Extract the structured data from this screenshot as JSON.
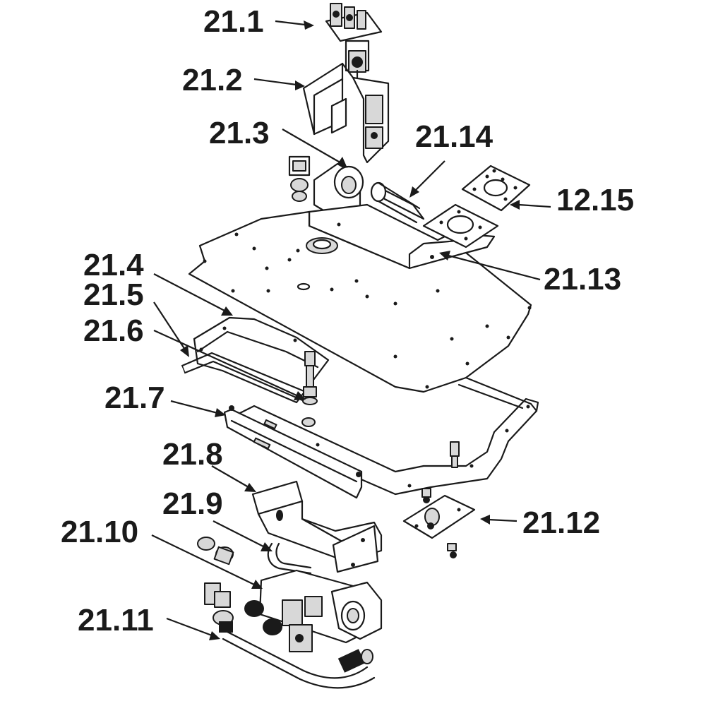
{
  "callouts": [
    {
      "id": "c1",
      "label": "21.1"
    },
    {
      "id": "c2",
      "label": "21.2"
    },
    {
      "id": "c3",
      "label": "21.3"
    },
    {
      "id": "c14",
      "label": "21.14"
    },
    {
      "id": "c15",
      "label": "12.15"
    },
    {
      "id": "c13",
      "label": "21.13"
    },
    {
      "id": "c4",
      "label": "21.4"
    },
    {
      "id": "c5",
      "label": "21.5"
    },
    {
      "id": "c6",
      "label": "21.6"
    },
    {
      "id": "c7",
      "label": "21.7"
    },
    {
      "id": "c8",
      "label": "21.8"
    },
    {
      "id": "c9",
      "label": "21.9"
    },
    {
      "id": "c10",
      "label": "21.10"
    },
    {
      "id": "c11",
      "label": "21.11"
    },
    {
      "id": "c12",
      "label": "21.12"
    }
  ]
}
